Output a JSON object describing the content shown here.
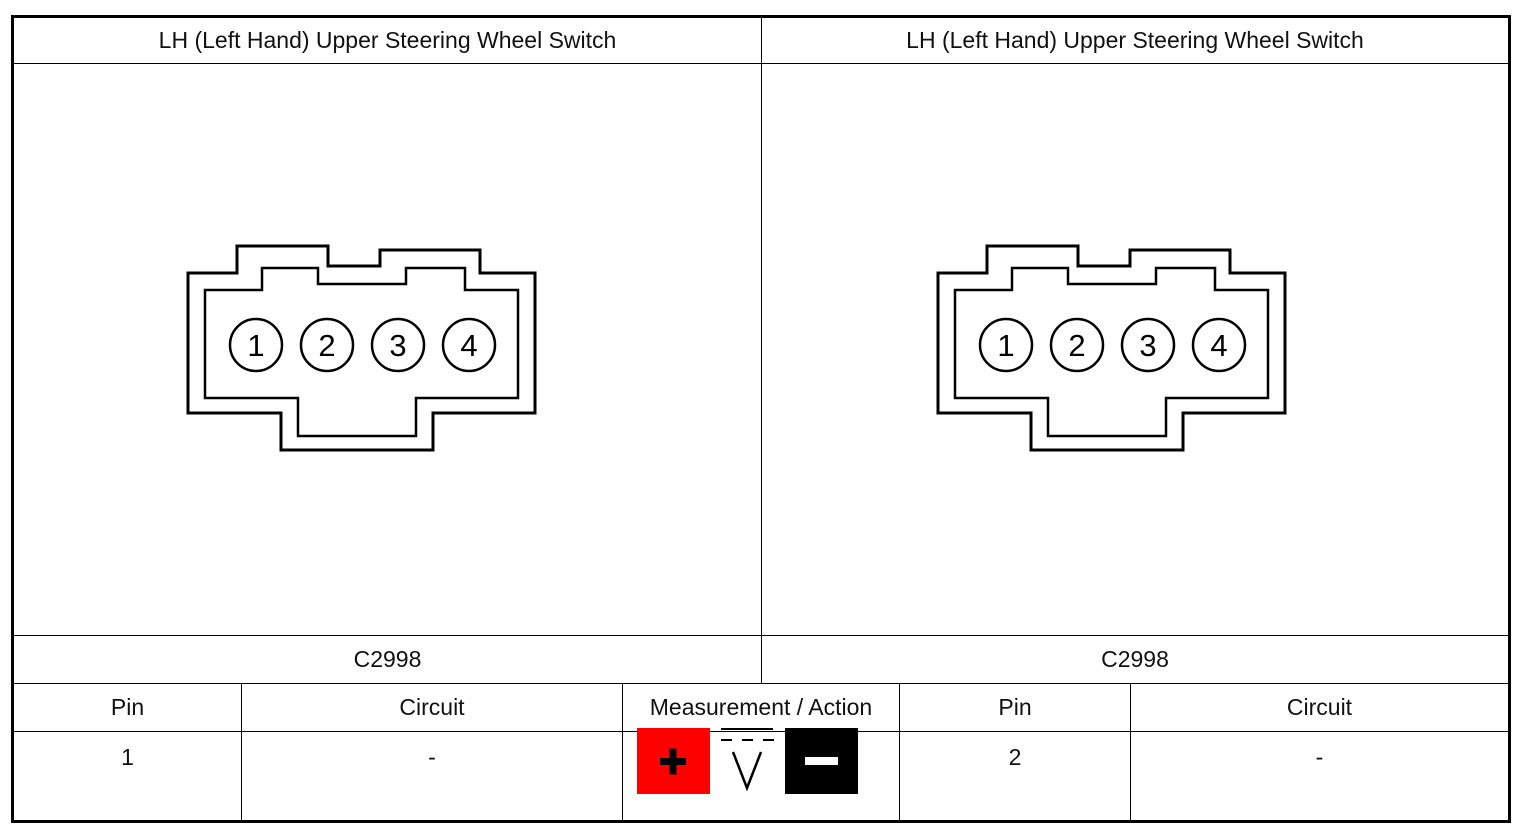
{
  "diagrams": [
    {
      "title": "LH (Left Hand) Upper Steering Wheel Switch",
      "connector_id": "C2998",
      "pins": [
        "1",
        "2",
        "3",
        "4"
      ]
    },
    {
      "title": "LH (Left Hand) Upper Steering Wheel Switch",
      "connector_id": "C2998",
      "pins": [
        "1",
        "2",
        "3",
        "4"
      ]
    }
  ],
  "table": {
    "headers": {
      "pin_left": "Pin",
      "circuit_left": "Circuit",
      "measurement": "Measurement / Action",
      "pin_right": "Pin",
      "circuit_right": "Circuit"
    },
    "row": {
      "pin_left": "1",
      "circuit_left": "-",
      "pin_right": "2",
      "circuit_right": "-"
    },
    "measurement_icons": [
      "positive-probe-icon",
      "dc-voltage-icon",
      "negative-probe-icon"
    ],
    "measurement_colors": {
      "positive": "#ff0000",
      "negative": "#000000"
    }
  }
}
